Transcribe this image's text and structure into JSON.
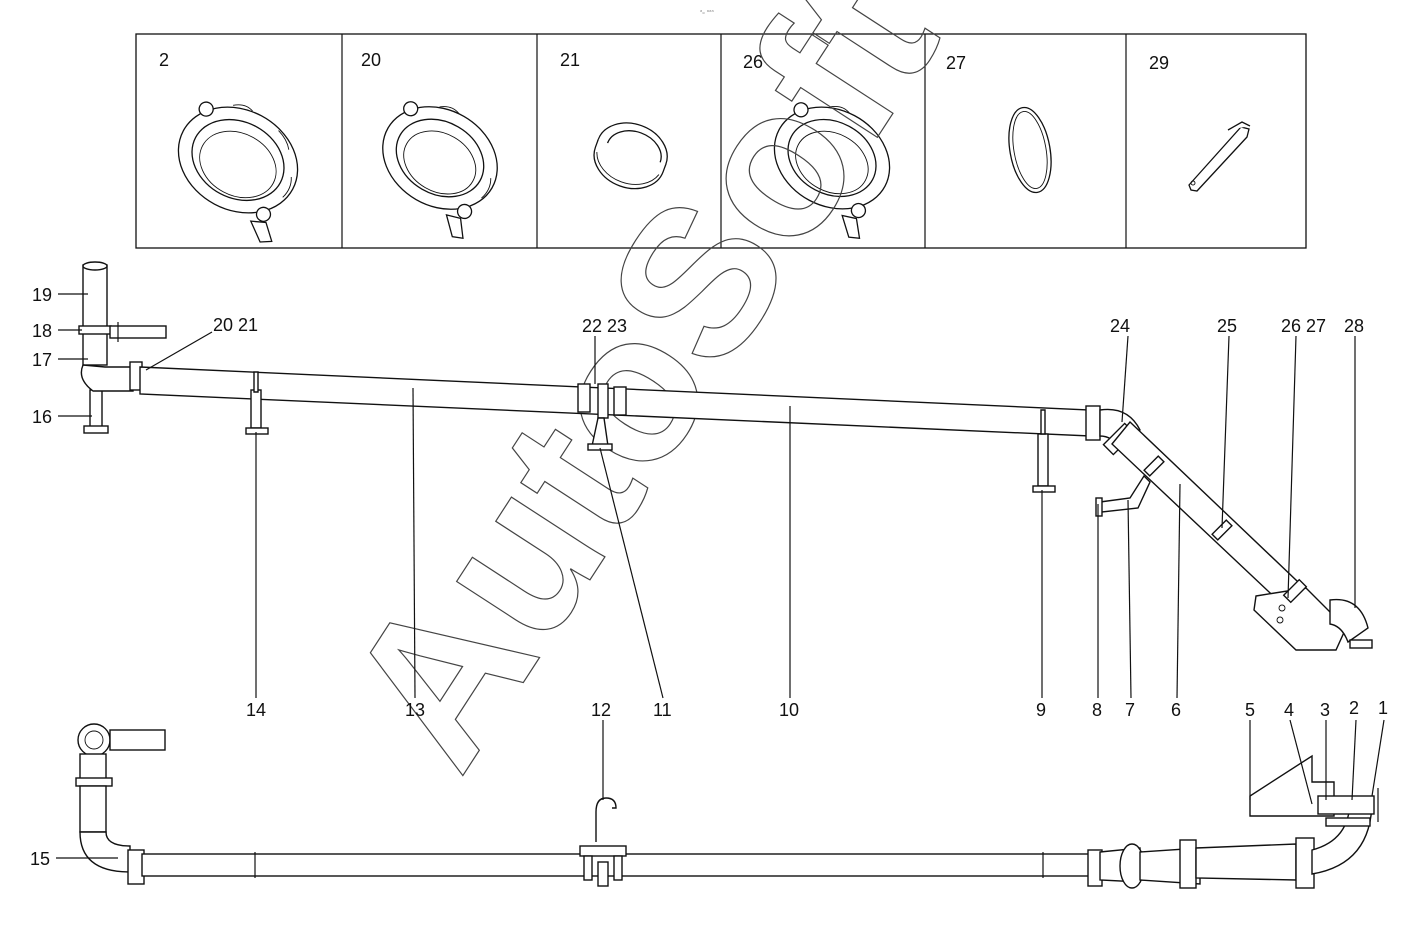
{
  "top_mark": "ᵃₒ ᵃᵃᵃ",
  "watermark": "AutoSoft",
  "inset_cells": [
    "2",
    "20",
    "21",
    "26",
    "27",
    "29"
  ],
  "callouts": {
    "c1": "1",
    "c2": "2",
    "c3": "3",
    "c4": "4",
    "c5": "5",
    "c6": "6",
    "c7": "7",
    "c8": "8",
    "c9": "9",
    "c10": "10",
    "c11": "11",
    "c12": "12",
    "c13": "13",
    "c14": "14",
    "c15": "15",
    "c16": "16",
    "c17": "17",
    "c18": "18",
    "c19": "19",
    "c20_21": "20 21",
    "c22_23": "22 23",
    "c24": "24",
    "c25": "25",
    "c26_27": "26 27",
    "c28": "28"
  }
}
